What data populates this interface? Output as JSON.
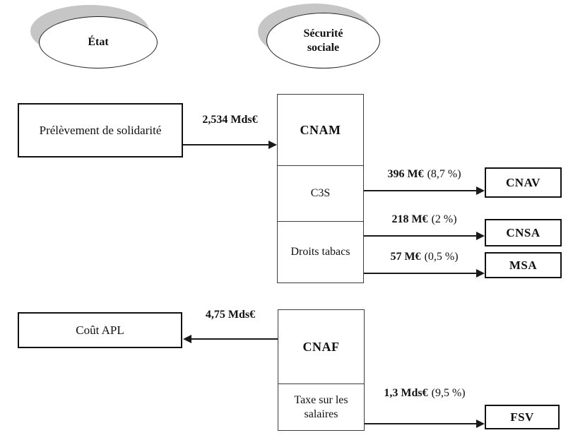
{
  "entities": [
    {
      "label": "État"
    },
    {
      "label": "Sécurité sociale"
    }
  ],
  "source_boxes": [
    {
      "label": "Prélèvement de solidarité"
    },
    {
      "label": "Coût APL"
    }
  ],
  "cnam_stack": {
    "cells": [
      {
        "label": "CNAM"
      },
      {
        "label": "C3S"
      },
      {
        "label": "Droits tabacs"
      }
    ]
  },
  "cnaf_stack": {
    "cells": [
      {
        "label": "CNAF"
      },
      {
        "label": "Taxe sur les salaires"
      }
    ]
  },
  "target_boxes": [
    {
      "label": "CNAV"
    },
    {
      "label": "CNSA"
    },
    {
      "label": "MSA"
    },
    {
      "label": "FSV"
    }
  ],
  "flows": [
    {
      "amount": "2,534 Mds€",
      "percent": "",
      "from": "Prélèvement de solidarité",
      "to": "CNAM"
    },
    {
      "amount": "396 M€",
      "percent": "(8,7 %)",
      "from": "C3S",
      "to": "CNAV"
    },
    {
      "amount": "218 M€",
      "percent": "(2 %)",
      "from": "Droits tabacs",
      "to": "CNSA"
    },
    {
      "amount": "57 M€",
      "percent": "(0,5 %)",
      "from": "Droits tabacs",
      "to": "MSA"
    },
    {
      "amount": "4,75 Mds€",
      "percent": "",
      "from": "CNAF",
      "to": "Coût APL"
    },
    {
      "amount": "1,3 Mds€",
      "percent": "(9,5 %)",
      "from": "Taxe sur les salaires",
      "to": "FSV"
    }
  ],
  "colors": {
    "background": "#ffffff",
    "line": "#1a1a1a",
    "shadow": "#c6c6c6",
    "border": "#111111"
  }
}
